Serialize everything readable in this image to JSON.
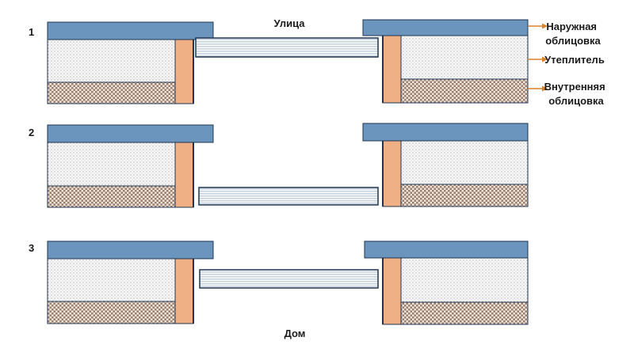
{
  "top_label": "Улица",
  "bottom_label": "Дом",
  "legend": {
    "outer": "Наружная облицовка",
    "insulation": "Утеплитель",
    "inner": "Внутренняя облицовка"
  },
  "variants": [
    {
      "number": "1",
      "window_position": "outer"
    },
    {
      "number": "2",
      "window_position": "inner"
    },
    {
      "number": "3",
      "window_position": "middle"
    }
  ],
  "colors": {
    "outer_cladding": "#6b95bd",
    "frame": "#f0b085",
    "window": "#eef3f8",
    "inner_cladding": "#d8cfc8",
    "insulation": "#f4f4f4",
    "edge": "#1f3550"
  }
}
